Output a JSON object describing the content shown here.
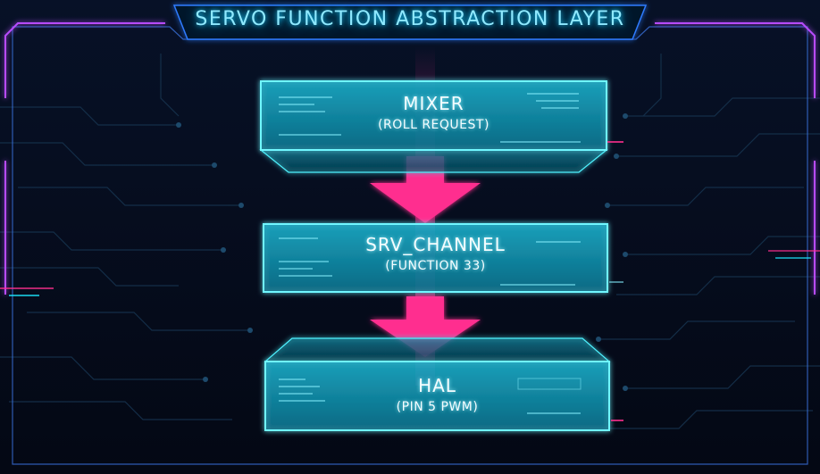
{
  "title": "SERVO FUNCTION ABSTRACTION LAYER",
  "layers": [
    {
      "name": "MIXER",
      "sub": "(ROLL REQUEST)"
    },
    {
      "name": "SRV_CHANNEL",
      "sub": "(FUNCTION 33)"
    },
    {
      "name": "HAL",
      "sub": "(PIN 5 PWM)"
    }
  ],
  "colors": {
    "background": "#050b1a",
    "accent_cyan": "#1de9ff",
    "accent_magenta": "#ff2f8f",
    "frame_pink": "#c04aff"
  }
}
